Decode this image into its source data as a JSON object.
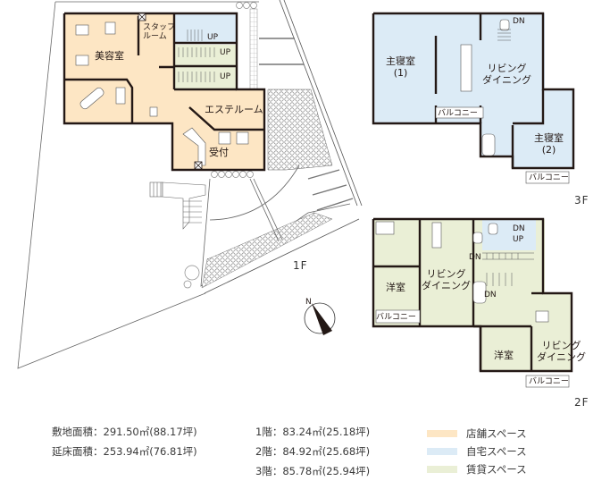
{
  "colors": {
    "shop": "#fde6c4",
    "home": "#dcebf6",
    "rental": "#eaefd6",
    "wall": "#231815",
    "line": "#555555"
  },
  "floor1": {
    "tag": "1F",
    "rooms": {
      "beauty": "美容室",
      "staff": "スタッフ\nルーム",
      "staff_line1": "スタッフ",
      "staff_line2": "ルーム",
      "esthe": "エステルーム",
      "reception": "受付"
    },
    "stairs": [
      "UP",
      "UP",
      "UP"
    ]
  },
  "floor2": {
    "tag": "2F",
    "rooms": {
      "western1": "洋室",
      "living1_line1": "リビング",
      "living1_line2": "ダイニング",
      "balcony1": "バルコニー",
      "western2": "洋室",
      "living2_line1": "リビング",
      "living2_line2": "ダイニング",
      "balcony2": "バルコニー"
    },
    "stairs": [
      "DN",
      "UP",
      "DN",
      "DN"
    ]
  },
  "floor3": {
    "tag": "3F",
    "rooms": {
      "master1_line1": "主寝室",
      "master1_line2": "(1)",
      "living_line1": "リビング",
      "living_line2": "ダイニング",
      "balcony1": "バルコニー",
      "master2_line1": "主寝室",
      "master2_line2": "(2)",
      "balcony2": "バルコニー"
    },
    "stairs": [
      "DN"
    ]
  },
  "compass": {
    "label": "N"
  },
  "summary": {
    "site_area": "敷地面積：291.50㎡(88.17坪)",
    "floor_area": "延床面積：253.94㎡(76.81坪)",
    "f1": "1階：83.24㎡(25.18坪)",
    "f2": "2階：84.92㎡(25.68坪)",
    "f3": "3階：85.78㎡(25.94坪)"
  },
  "legend": [
    {
      "label": "店舗スペース",
      "color": "#fde6c4"
    },
    {
      "label": "自宅スペース",
      "color": "#dcebf6"
    },
    {
      "label": "賃貸スペース",
      "color": "#eaefd6"
    }
  ]
}
